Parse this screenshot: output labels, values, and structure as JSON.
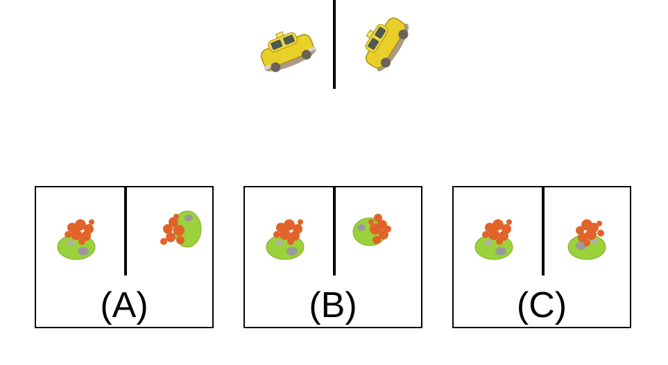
{
  "example": {
    "left_object": "taxi-icon",
    "right_object": "taxi-icon"
  },
  "options": [
    {
      "label": "(A)",
      "left_object": "tree-on-grass-icon",
      "right_object": "tree-on-grass-icon"
    },
    {
      "label": "(B)",
      "left_object": "tree-on-grass-icon",
      "right_object": "tree-on-grass-icon"
    },
    {
      "label": "(C)",
      "left_object": "tree-on-grass-icon",
      "right_object": "tree-on-grass-icon"
    }
  ],
  "colors": {
    "taxi_body": "#e8cf2a",
    "taxi_window": "#4c5a52",
    "foliage": "#e0642a",
    "grass": "#9bd13a",
    "rock": "#9a9a9a",
    "lines": "#000000"
  }
}
